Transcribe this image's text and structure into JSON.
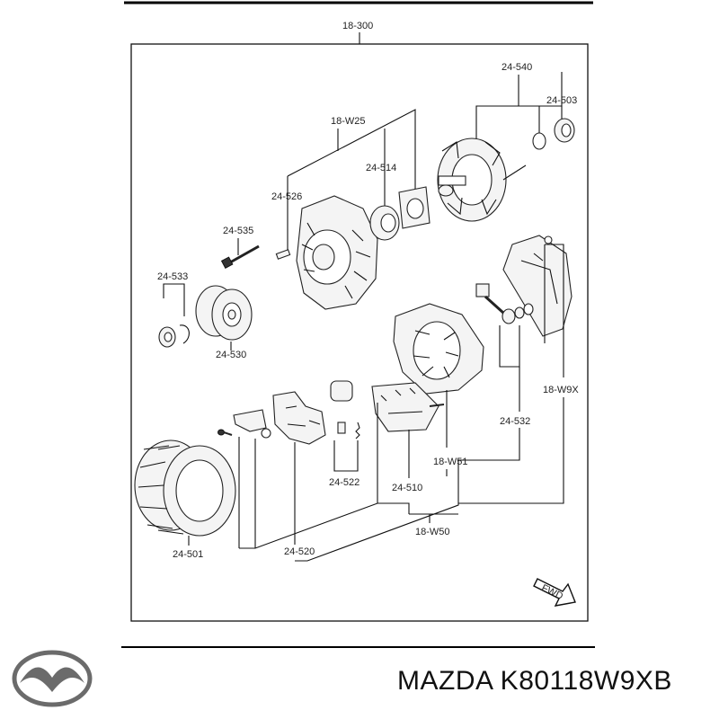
{
  "labels": {
    "assembly": "18-300",
    "rotor": "24-540",
    "pulley_nut": "24-503",
    "front_housing_kit": "18-W25",
    "bearing": "24-514",
    "bolt_small": "24-526",
    "through_bolt": "24-535",
    "clip": "24-533",
    "pulley": "24-530",
    "rear_cover_kit": "18-W9X",
    "terminal": "24-532",
    "rear_housing_kit": "18-W51",
    "brush_kit": "24-522",
    "rectifier": "24-510",
    "stator_kit": "18-W50",
    "stator": "24-501",
    "regulator": "24-520",
    "fwd": "FWD"
  },
  "footer": {
    "brand_text": "MAZDA K80118W9XB"
  }
}
